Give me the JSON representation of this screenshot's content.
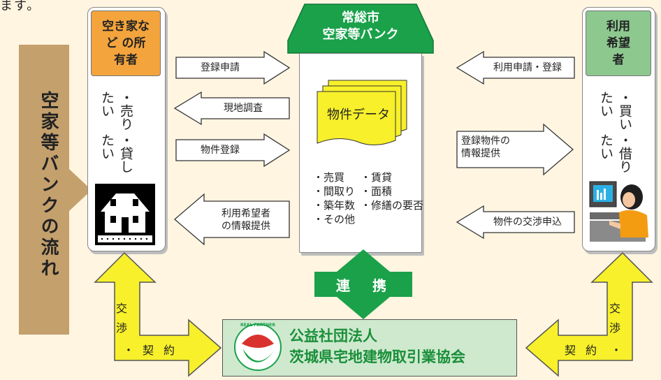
{
  "intro_fragment": "ます。",
  "flow_title": "空家等バンクの流れ",
  "owner": {
    "title": "空き家など の所有者",
    "needs": [
      "・売りたい",
      "・貸したい"
    ]
  },
  "bank": {
    "title_line1": "常総市",
    "title_line2": "空家等バンク",
    "document_label": "物件データ",
    "items_left": [
      "・売買",
      "・間取り",
      "・築年数",
      "・その他"
    ],
    "items_right": [
      "・賃貸",
      "・面積",
      "・修繕の要否"
    ]
  },
  "user": {
    "title": "利用 希望者",
    "needs": [
      "・買いたい",
      "・借りたい"
    ]
  },
  "arrows": {
    "registration_application": "登録申請",
    "site_survey": "現地調査",
    "property_registration": "物件登録",
    "user_info_provision_1": "利用希望者",
    "user_info_provision_2": "の情報提供",
    "use_application": "利用申請・登録",
    "registered_info_1": "登録物件の",
    "registered_info_2": "情報提供",
    "negotiation_request": "物件の交渉申込"
  },
  "link": {
    "label": "連　携"
  },
  "association": {
    "line1": "公益社団法人",
    "line2": "茨城県宅地建物取引業協会",
    "logo_text": "REAL PARTNER"
  },
  "left_loop": {
    "top": "交",
    "mid": "渉",
    "dot": "・",
    "bottom": "契約"
  },
  "right_loop": {
    "top": "交",
    "mid": "渉",
    "dot": "・",
    "bottom": "契約"
  },
  "colors": {
    "owner_header": "#f4a43c",
    "user_header": "#8dc88f",
    "bank_green": "#1aa14a",
    "yellow": "#f7f02a",
    "tan": "#c4a06d",
    "association_bg": "#cfe9cf"
  }
}
